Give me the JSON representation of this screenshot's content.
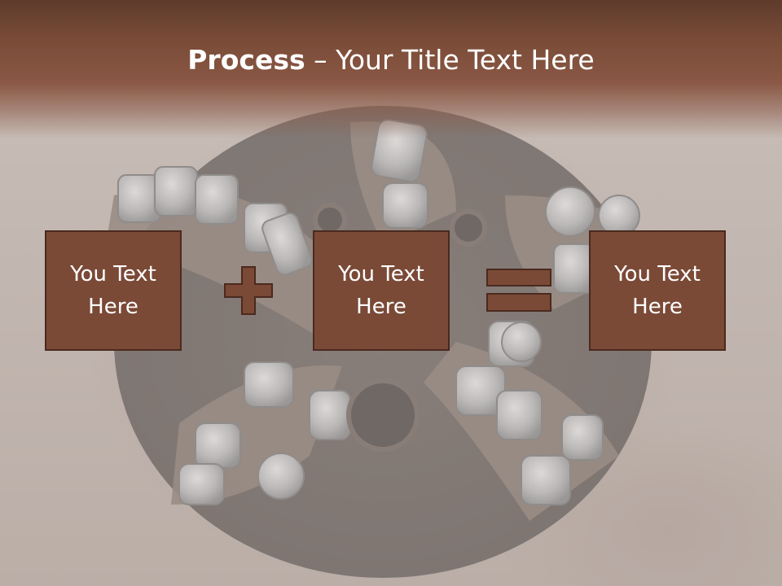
{
  "title": {
    "bold": "Process",
    "rest": " – Your Title Text Here"
  },
  "steps": [
    {
      "label": "You Text\nHere"
    },
    {
      "label": "You Text\nHere"
    },
    {
      "label": "You Text\nHere"
    }
  ],
  "operators": [
    "plus-icon",
    "equals-icon"
  ],
  "colors": {
    "box_fill": "#7a4a37",
    "box_border": "#4a2a1e",
    "title_band": "#7a4c38",
    "title_text": "#ffffff",
    "operator_fill": "#7a4a37"
  }
}
